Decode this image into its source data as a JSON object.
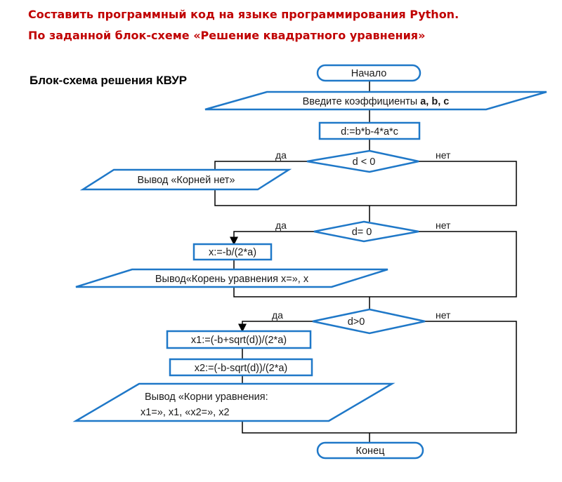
{
  "header": {
    "line1": "Составить программный код на языке программирования Python.",
    "line2": "По заданной блок-схеме «Решение квадратного уравнения»"
  },
  "diagram": {
    "title": "Блок-схема решения КВУР",
    "start": "Начало",
    "input": {
      "text": "Введите коэффициенты ",
      "vars": "a, b, c"
    },
    "calc_d": "d:=b*b-4*a*c",
    "cond1": "d < 0",
    "cond2": "d= 0",
    "cond3": "d>0",
    "yes": "да",
    "no": "нет",
    "out_no_roots": "Вывод «Корней нет»",
    "calc_x": "x:=-b/(2*a)",
    "out_one_root": "Вывод«Корень уравнения x=», x",
    "calc_x1": "x1:=(-b+sqrt(d))/(2*a)",
    "calc_x2": "x2:=(-b-sqrt(d))/(2*a)",
    "out_two_roots_line1": "Вывод «Корни уравнения:",
    "out_two_roots_line2": "x1=», x1, «x2=», x2",
    "end": "Конец"
  },
  "colors": {
    "header": "#c00000",
    "shape_border": "#1f78c8",
    "lines": "#000000"
  }
}
